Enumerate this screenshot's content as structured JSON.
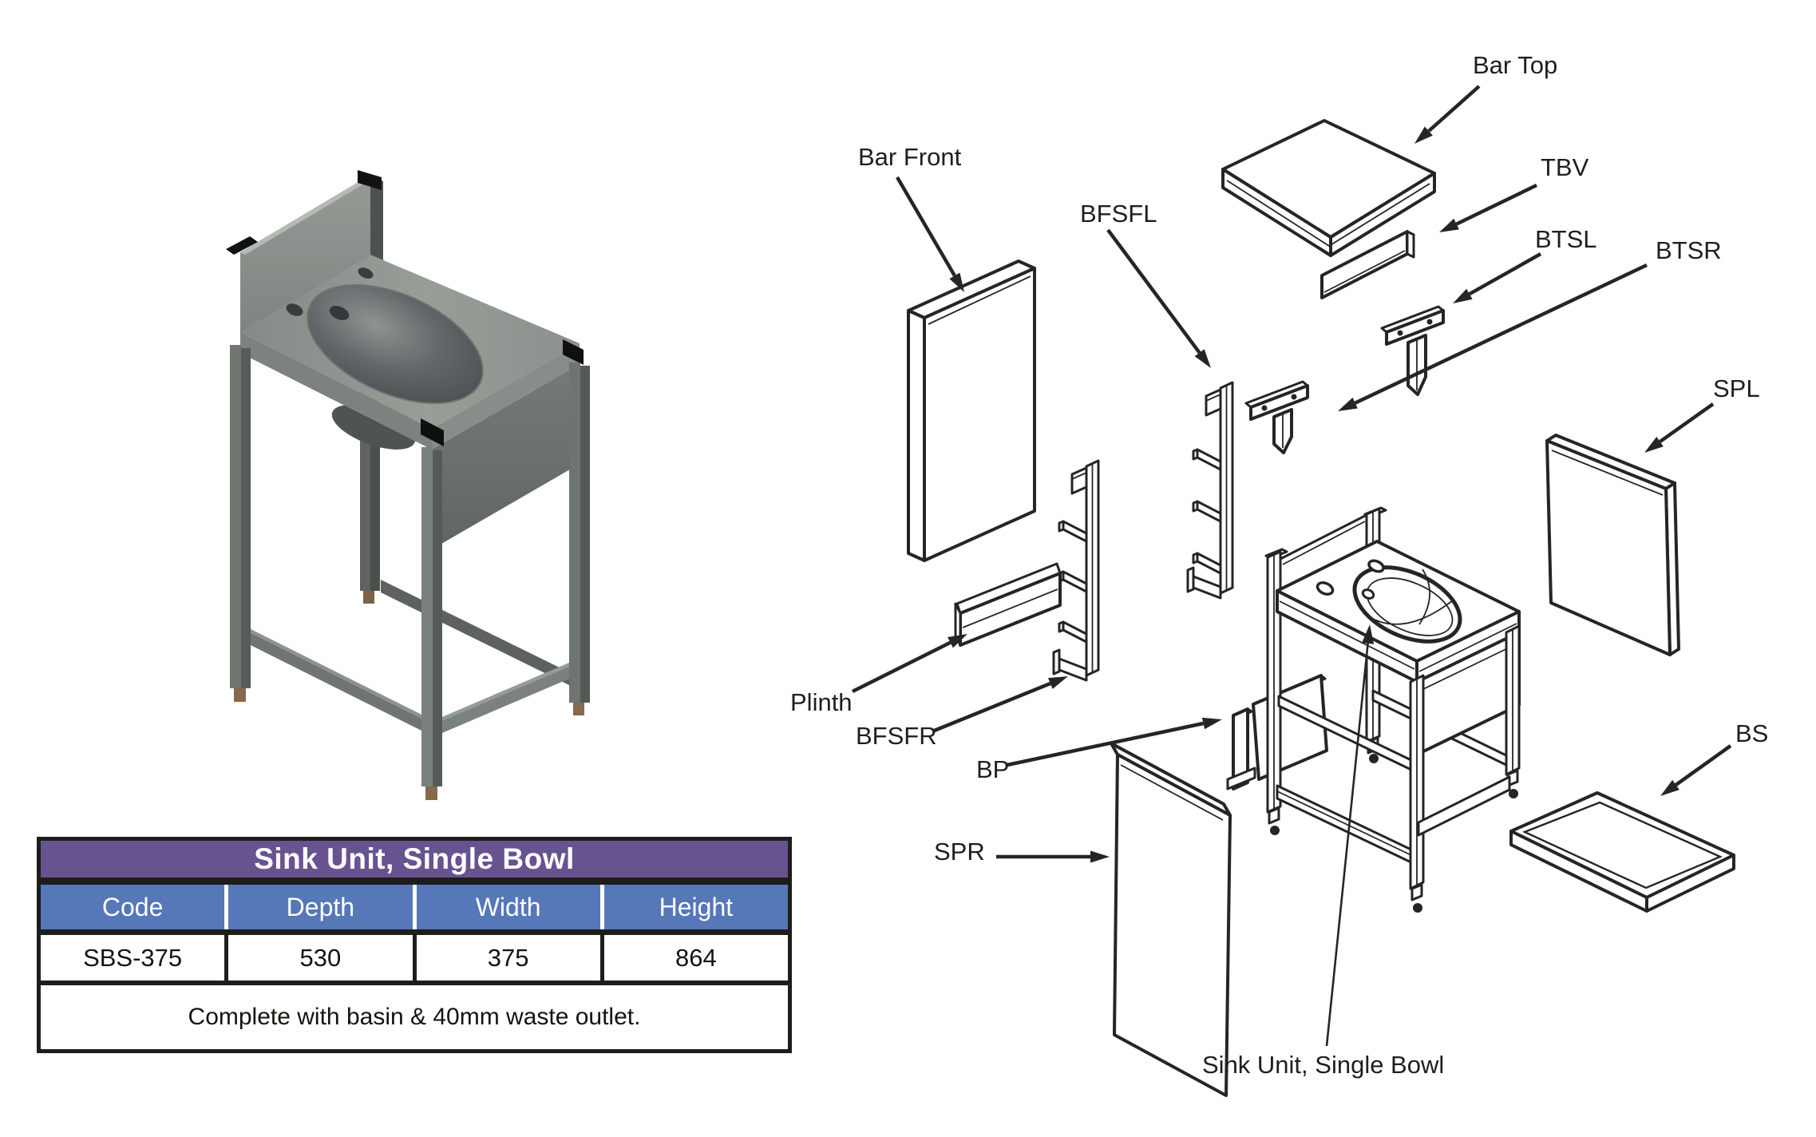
{
  "table": {
    "title": "Sink Unit, Single Bowl",
    "columns": [
      "Code",
      "Depth",
      "Width",
      "Height"
    ],
    "row": [
      "SBS-375",
      "530",
      "375",
      "864"
    ],
    "note": "Complete with basin & 40mm waste outlet.",
    "colors": {
      "title_bg": "#675390",
      "header_bg": "#5677b8",
      "border": "#1d1d1b",
      "text_on_dark": "#ffffff"
    }
  },
  "diagram": {
    "labels": {
      "bar_top": "Bar Top",
      "tbv": "TBV",
      "btsl": "BTSL",
      "btsr": "BTSR",
      "bar_front": "Bar Front",
      "bfsfl": "BFSFL",
      "spl": "SPL",
      "plinth": "Plinth",
      "bfsfr": "BFSFR",
      "bp": "BP",
      "spr": "SPR",
      "bs": "BS",
      "sink_unit": "Sink Unit, Single Bowl"
    },
    "stroke_color": "#282425"
  },
  "render": {
    "description": "3D product render of stainless steel sink unit with single bowl",
    "colors": {
      "body": "#8f958f",
      "shade_dark": "#565b58",
      "corner_caps": "#121212",
      "feet": "#87694e"
    }
  }
}
